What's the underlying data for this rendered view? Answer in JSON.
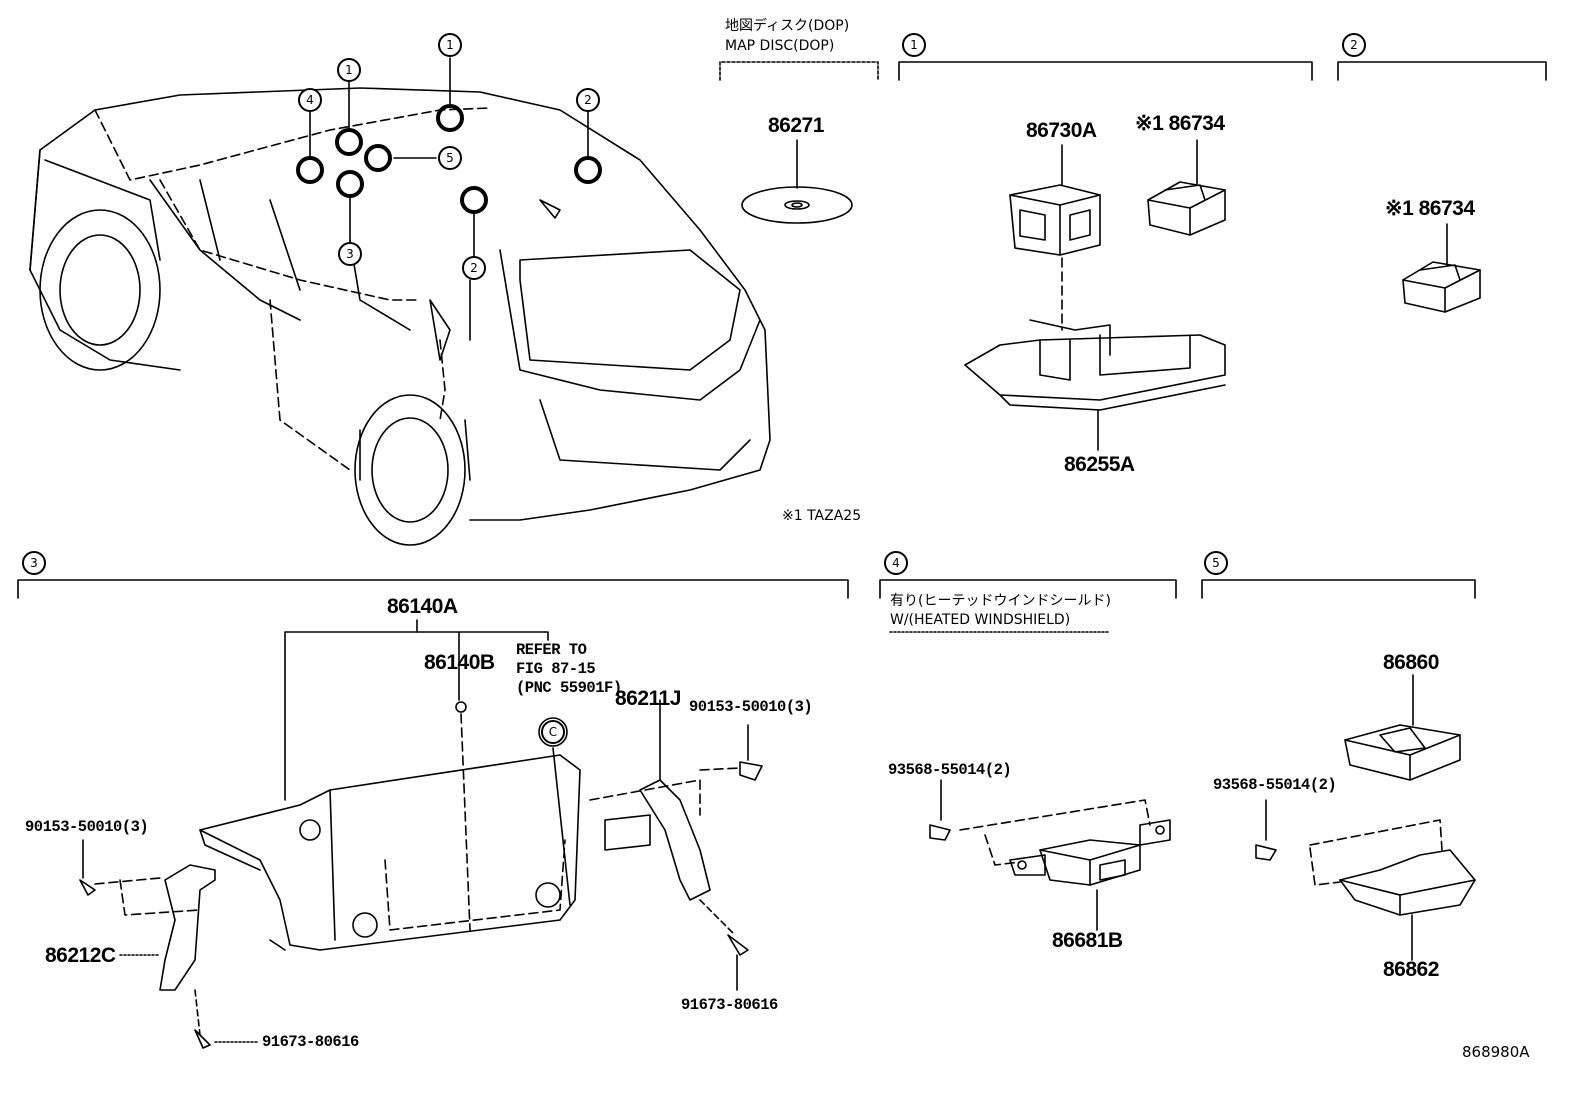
{
  "diagram": {
    "drawing_number": "868980A",
    "note": "※1 TAZA25",
    "sections": {
      "map_disc": {
        "jp": "地図ディスク(DOP)",
        "en": "MAP DISC(DOP)"
      },
      "s1": "1",
      "s2": "2",
      "s3": "3",
      "s4": {
        "num": "4",
        "jp": "有り(ヒーテッドウインドシールド)",
        "en": "W/(HEATED WINDSHIELD)"
      },
      "s5": "5"
    },
    "vehicle_callouts": [
      "1",
      "1",
      "4",
      "5",
      "3",
      "2",
      "2"
    ],
    "parts": {
      "p86271": "86271",
      "p86730A": "86730A",
      "p86734_a": "※1 86734",
      "p86734_b": "※1 86734",
      "p86255A": "86255A",
      "p86140A": "86140A",
      "p86140B": "86140B",
      "refer_l1": "REFER TO",
      "refer_l2": "FIG 87-15",
      "refer_l3": "(PNC 55901F)",
      "refer_c": "C",
      "p86211J": "86211J",
      "p90153_r": "90153-50010(3)",
      "p90153_l": "90153-50010(3)",
      "p86212C": "86212C",
      "p91673_b": "91673-80616",
      "p91673_r": "91673-80616",
      "p93568_a": "93568-55014(2)",
      "p86681B": "86681B",
      "p86860": "86860",
      "p93568_b": "93568-55014(2)",
      "p86862": "86862"
    }
  }
}
